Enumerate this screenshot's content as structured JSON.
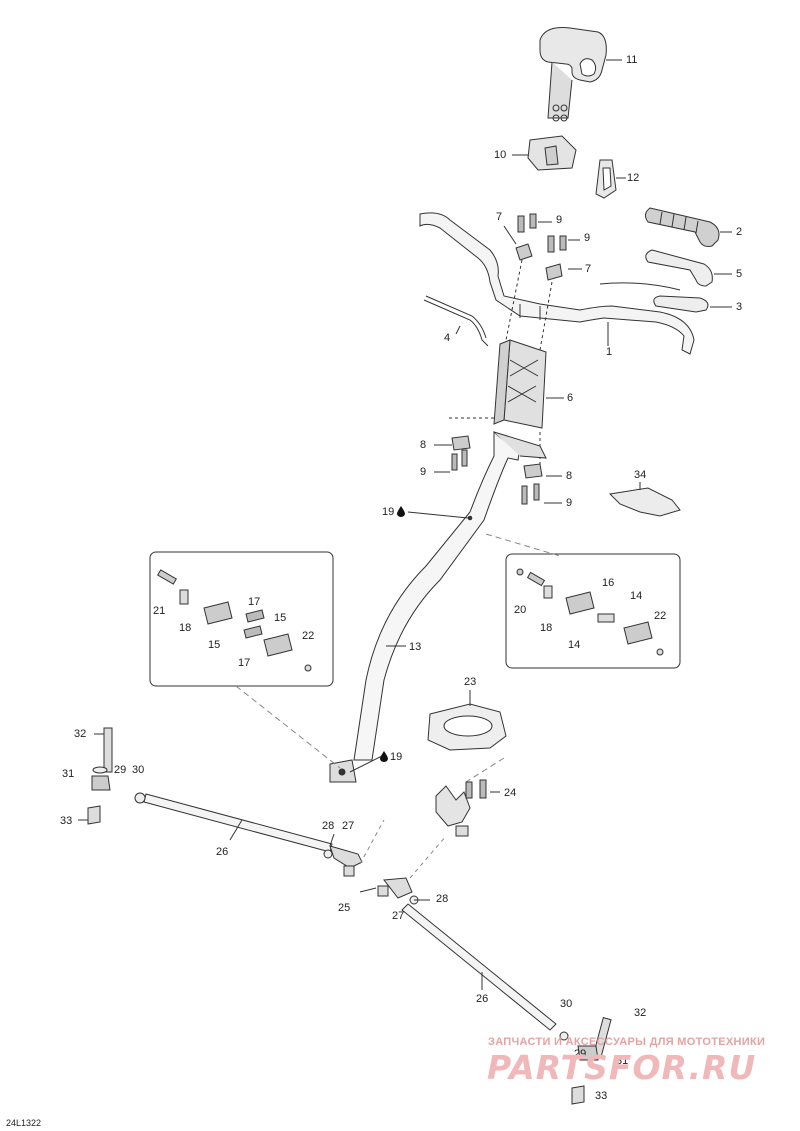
{
  "callouts": [
    {
      "key": "p11",
      "text": "11"
    },
    {
      "key": "p10",
      "text": "10"
    },
    {
      "key": "p12",
      "text": "12"
    },
    {
      "key": "p7a",
      "text": "7"
    },
    {
      "key": "p9a",
      "text": "9"
    },
    {
      "key": "p9b",
      "text": "9"
    },
    {
      "key": "p7b",
      "text": "7"
    },
    {
      "key": "p2",
      "text": "2"
    },
    {
      "key": "p5",
      "text": "5"
    },
    {
      "key": "p3",
      "text": "3"
    },
    {
      "key": "p4",
      "text": "4"
    },
    {
      "key": "p1",
      "text": "1"
    },
    {
      "key": "p6",
      "text": "6"
    },
    {
      "key": "p8a",
      "text": "8"
    },
    {
      "key": "p9c",
      "text": "9"
    },
    {
      "key": "p8b",
      "text": "8"
    },
    {
      "key": "p9d",
      "text": "9"
    },
    {
      "key": "p34",
      "text": "34"
    },
    {
      "key": "p19a",
      "text": "19"
    },
    {
      "key": "p21",
      "text": "21"
    },
    {
      "key": "p18a",
      "text": "18"
    },
    {
      "key": "p17a",
      "text": "17"
    },
    {
      "key": "p15a",
      "text": "15"
    },
    {
      "key": "p22a",
      "text": "22"
    },
    {
      "key": "p15b",
      "text": "15"
    },
    {
      "key": "p17b",
      "text": "17"
    },
    {
      "key": "p20",
      "text": "20"
    },
    {
      "key": "p16",
      "text": "16"
    },
    {
      "key": "p14a",
      "text": "14"
    },
    {
      "key": "p18b",
      "text": "18"
    },
    {
      "key": "p22b",
      "text": "22"
    },
    {
      "key": "p14b",
      "text": "14"
    },
    {
      "key": "p13",
      "text": "13"
    },
    {
      "key": "p23",
      "text": "23"
    },
    {
      "key": "p32a",
      "text": "32"
    },
    {
      "key": "p31a",
      "text": "31"
    },
    {
      "key": "p29a",
      "text": "29"
    },
    {
      "key": "p30a",
      "text": "30"
    },
    {
      "key": "p33a",
      "text": "33"
    },
    {
      "key": "p19b",
      "text": "19"
    },
    {
      "key": "p24",
      "text": "24"
    },
    {
      "key": "p28a",
      "text": "28"
    },
    {
      "key": "p27a",
      "text": "27"
    },
    {
      "key": "p26a",
      "text": "26"
    },
    {
      "key": "p25",
      "text": "25"
    },
    {
      "key": "p27b",
      "text": "27"
    },
    {
      "key": "p28b",
      "text": "28"
    },
    {
      "key": "p26b",
      "text": "26"
    },
    {
      "key": "p30b",
      "text": "30"
    },
    {
      "key": "p32b",
      "text": "32"
    },
    {
      "key": "p29b",
      "text": "29"
    },
    {
      "key": "p31b",
      "text": "31"
    },
    {
      "key": "p33b",
      "text": "33"
    }
  ],
  "watermark": {
    "tagline": "ЗАПЧАСТИ И АКСЕССУАРЫ ДЛЯ МОТОТЕХНИКИ",
    "logo": "PARTSFOR.RU",
    "color": "#e9a0a0"
  },
  "drawing_code": "24L1322",
  "icons": [
    "grease-drop-icon"
  ]
}
